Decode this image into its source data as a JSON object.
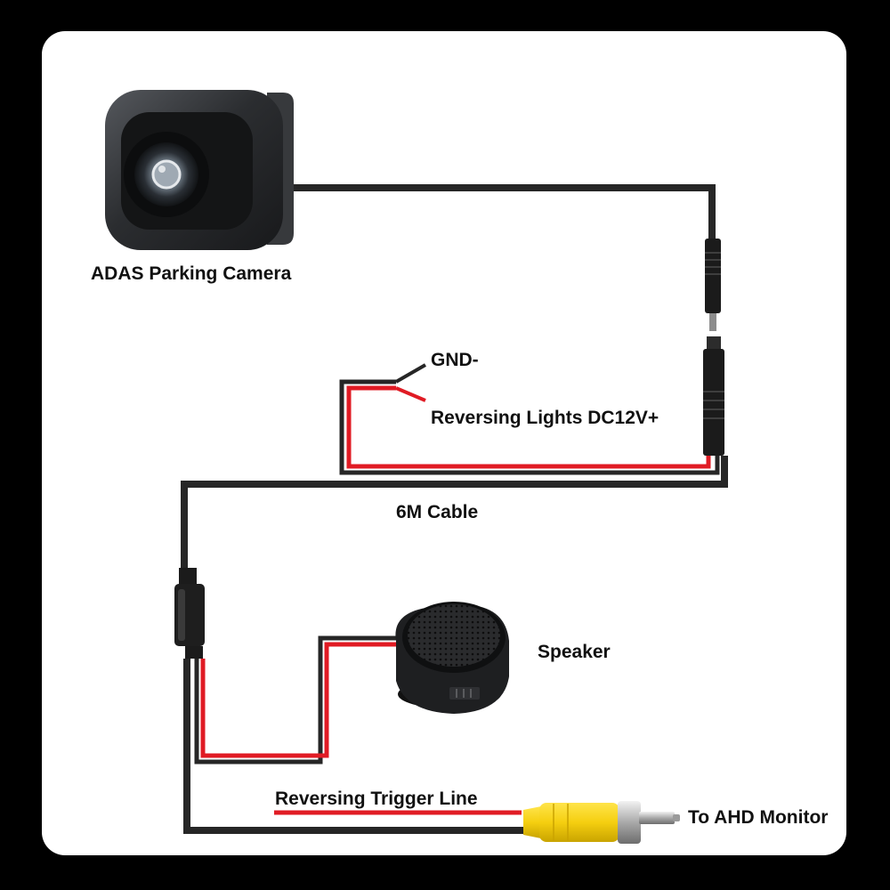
{
  "labels": {
    "camera": "ADAS Parking Camera",
    "gnd": "GND-",
    "reversing_lights": "Reversing Lights DC12V+",
    "cable": "6M Cable",
    "speaker": "Speaker",
    "trigger_line": "Reversing Trigger Line",
    "monitor": "To AHD Monitor"
  },
  "colors": {
    "background": "#000000",
    "panel": "#ffffff",
    "wire_black": "#262626",
    "wire_red": "#e01b24",
    "rca_yellow": "#f5d21a",
    "camera_body": "#2b2d30",
    "speaker_body": "#1e1f21"
  }
}
